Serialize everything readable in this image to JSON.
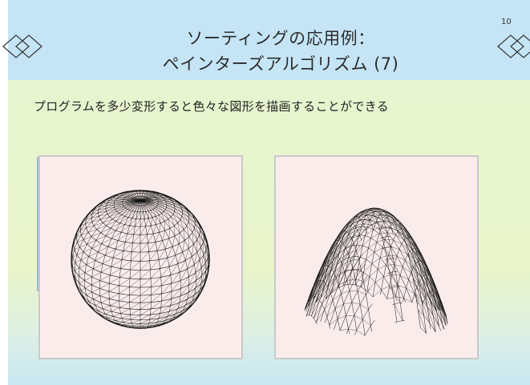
{
  "slide": {
    "title_line1": "ソーティングの応用例：",
    "title_line2": "ペインターズアルゴリズム (7)",
    "page_number": "10",
    "subtitle": "プログラムを多少変形すると色々な図形を描画することができる"
  },
  "colors": {
    "title_band": "#c5e5f6",
    "body_background": "#e6f6d3",
    "panel_background": "#fbecec",
    "panel_border": "#c9c9c9"
  },
  "icons": [
    "diamond-pair-icon-left",
    "diamond-pair-icon-right"
  ],
  "panels": [
    {
      "name": "sphere-wireframe"
    },
    {
      "name": "paraboloid-wireframe"
    }
  ]
}
